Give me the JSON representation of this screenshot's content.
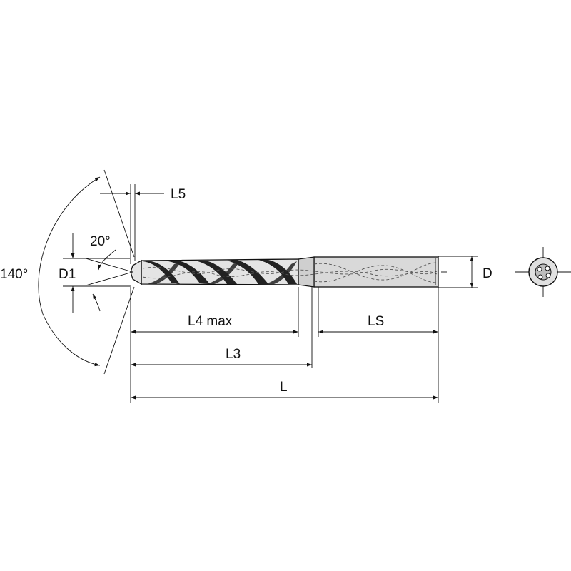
{
  "labels": {
    "angle_point": "140°",
    "angle_tip": "20°",
    "tip_diameter": "D1",
    "tip_length": "L5",
    "flute_length": "L4 max",
    "body_length": "L3",
    "shank_length": "LS",
    "overall_length": "L",
    "shank_diameter": "D"
  },
  "colors": {
    "line": "#111111",
    "shank_fill": "#d9d9d9",
    "body_fill": "#e4e4e4",
    "flute_dark": "#222222"
  }
}
